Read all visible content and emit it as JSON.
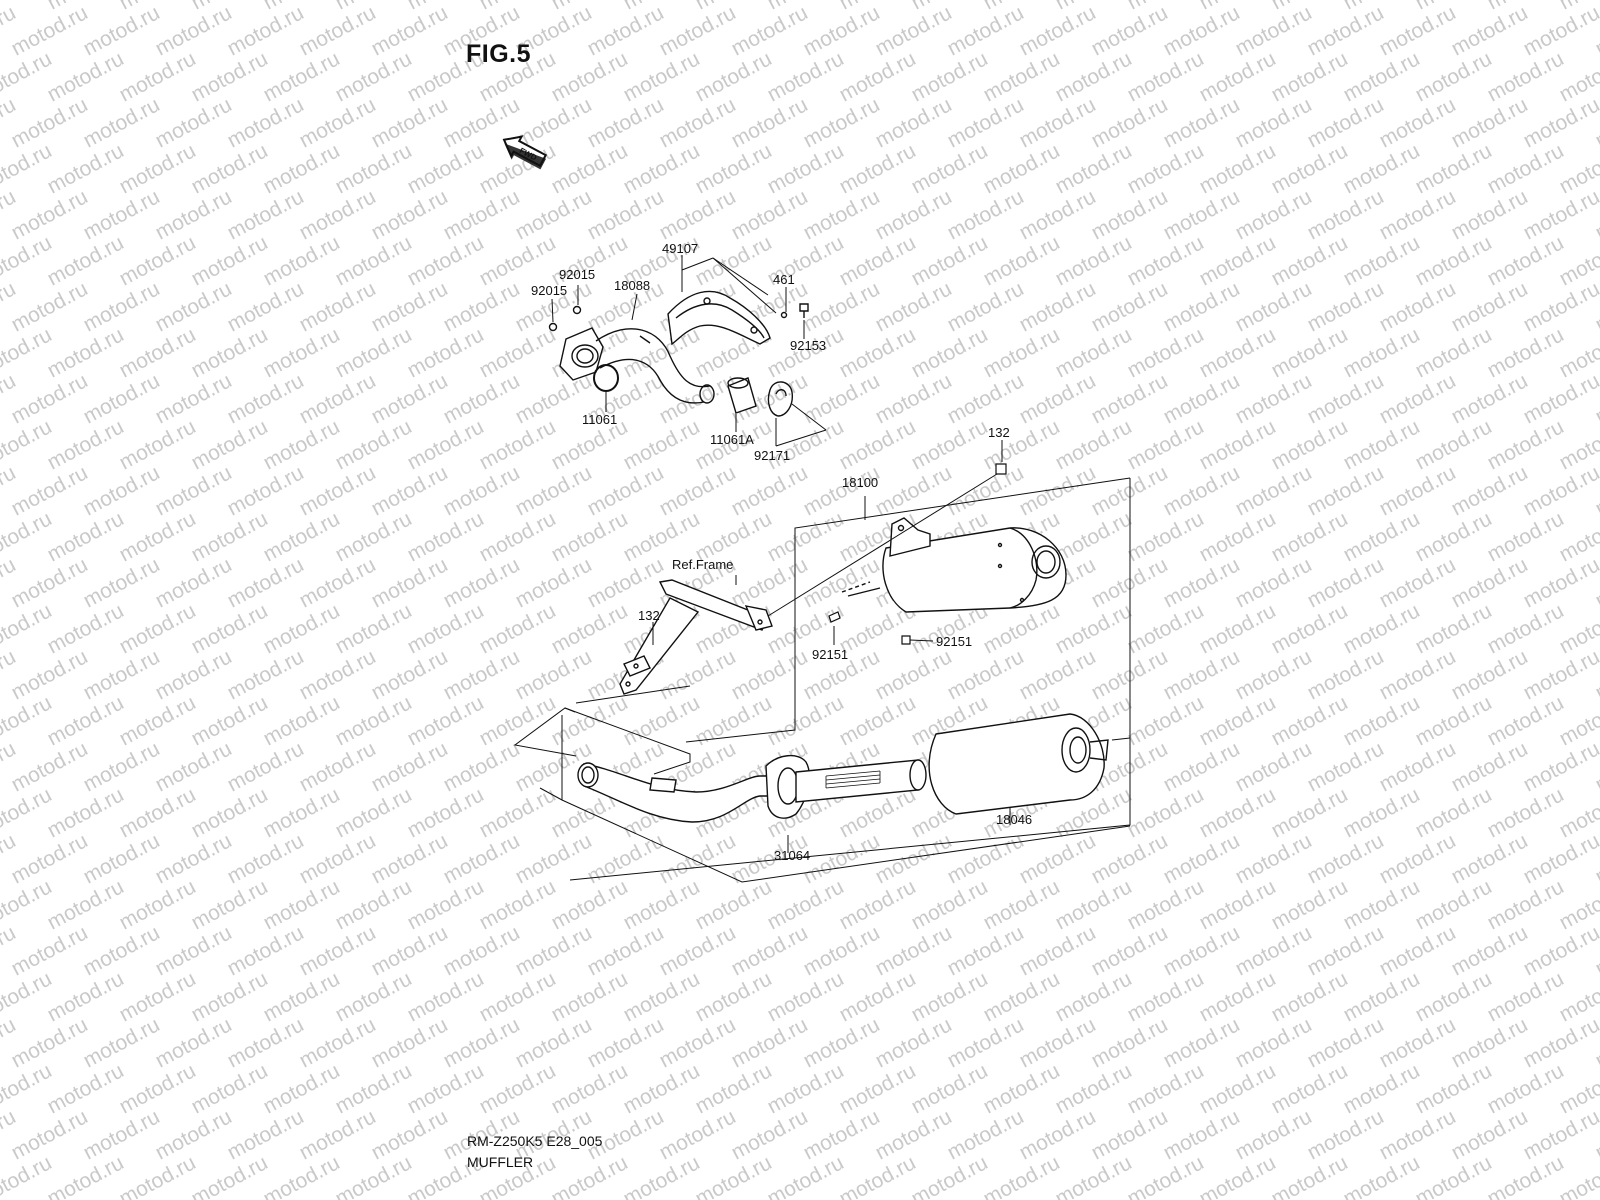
{
  "figure": {
    "title": "FIG.5",
    "fwd_label": "FWD"
  },
  "labels": {
    "p49107": "49107",
    "p461": "461",
    "p92015a": "92015",
    "p92015b": "92015",
    "p18088": "18088",
    "p92153": "92153",
    "p11061": "11061",
    "p11061A": "11061A",
    "p92171": "92171",
    "p132a": "132",
    "p18100": "18100",
    "ref_frame": "Ref.Frame",
    "p132b": "132",
    "p92151a": "92151",
    "p92151b": "92151",
    "p18046": "18046",
    "p31064": "31064"
  },
  "watermark": {
    "text": "motod.ru"
  },
  "caption": {
    "model": "RM-Z250K5 E28_005",
    "name": "MUFFLER"
  },
  "colors": {
    "line": "#111111",
    "watermark": "#c9c9c9",
    "background": "#ffffff"
  }
}
